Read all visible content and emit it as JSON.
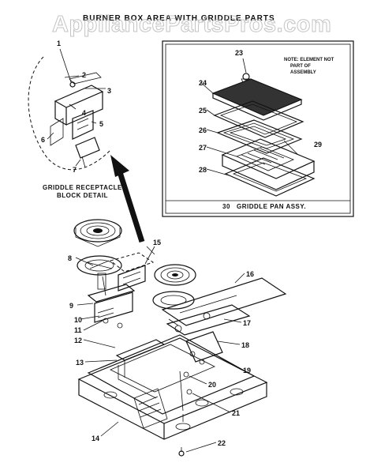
{
  "diagram": {
    "title": "BURNER BOX AREA WITH GRIDDLE PARTS",
    "watermark": "AppliancePartsPros.com",
    "note": [
      "NOTE: ELEMENT NOT",
      "PART OF",
      "ASSEMBLY"
    ],
    "receptacle_caption": [
      "GRIDDLE RECEPTACLE",
      "BLOCK DETAIL"
    ],
    "griddle_caption_num": "30",
    "griddle_caption": "GRIDDLE PAN ASSY.",
    "parts": [
      "1",
      "2",
      "3",
      "4",
      "5",
      "6",
      "7",
      "8",
      "9",
      "10",
      "11",
      "12",
      "13",
      "14",
      "15",
      "16",
      "17",
      "18",
      "19",
      "20",
      "21",
      "22",
      "23",
      "24",
      "25",
      "26",
      "27",
      "28",
      "29"
    ]
  },
  "colors": {
    "ink": "#111111",
    "watermark": "#b9b9b9",
    "background": "#ffffff"
  }
}
